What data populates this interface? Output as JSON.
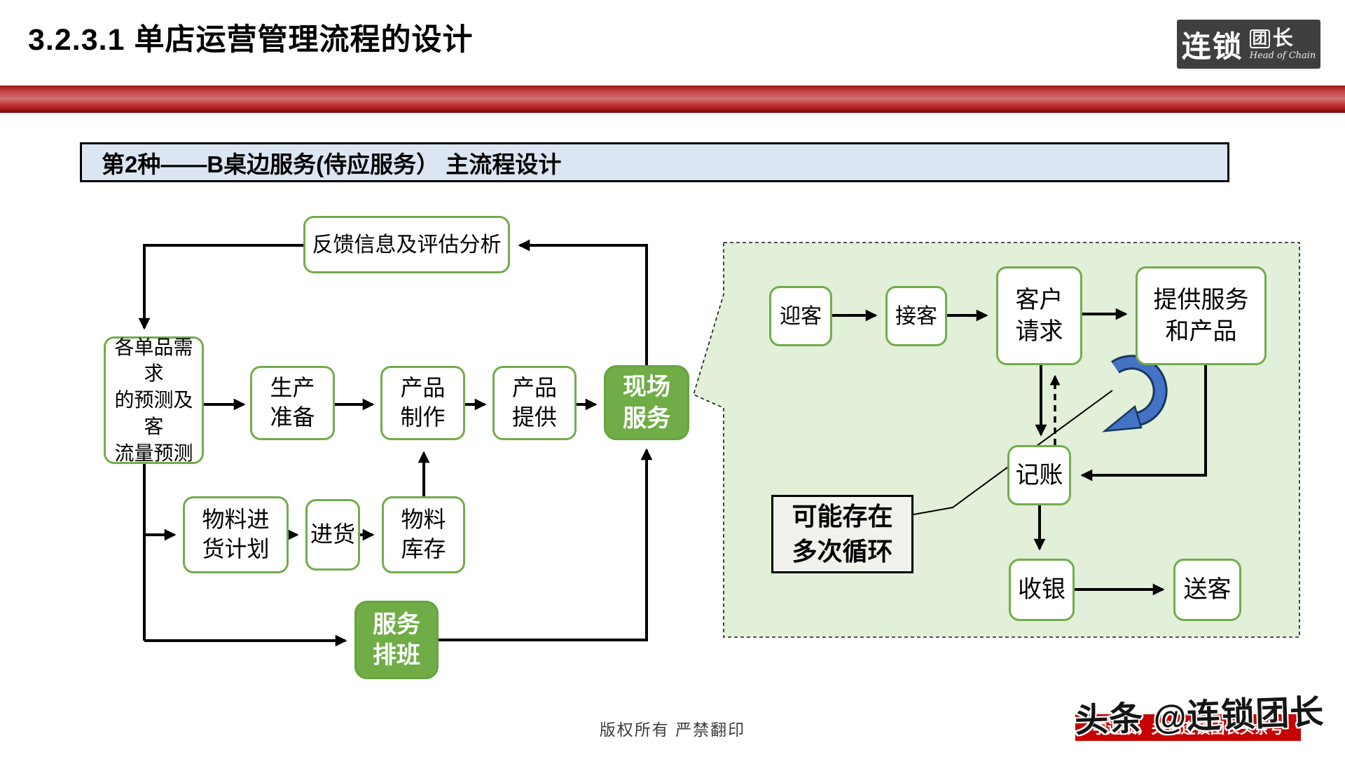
{
  "header": {
    "title": "3.2.3.1  单店运营管理流程的设计",
    "logo": {
      "main": "连锁",
      "badge_char": "团",
      "after_badge": "长",
      "tagline": "Head of Chain"
    }
  },
  "section_bar": {
    "label": "第2种——B桌边服务(侍应服务） 主流程设计"
  },
  "left_flow": {
    "feedback": "反馈信息及评估分析",
    "forecast": "各单品需求\n的预测及客\n流量预测",
    "production_prep": "生产\n准备",
    "product_making": "产品\n制作",
    "product_offering": "产品\n提供",
    "onsite_service": "现场\n服务",
    "material_purchase_plan": "物料进\n货计划",
    "purchasing": "进货",
    "material_inventory": "物料\n库存",
    "service_scheduling": "服务\n排班"
  },
  "right_flow": {
    "welcome": "迎客",
    "receive": "接客",
    "customer_request": "客户\n请求",
    "provide_service_product": "提供服务\n和产品",
    "bookkeeping": "记账",
    "loop_note": "可能存在\n多次循环",
    "cashier": "收银",
    "see_off": "送客"
  },
  "footer": {
    "copyright": "版权所有  严禁翻印"
  },
  "watermark": {
    "headline": "头条 @连锁团长",
    "subline": "学连锁，关注连锁团长头条号"
  },
  "colors": {
    "accent_green": "#70ad47",
    "panel_green": "#e2efd9",
    "header_blue": "#dce6f2",
    "bar_red": "#c70202",
    "logo_gray": "#3f3f3f",
    "loop_arrow_blue": "#4472c4"
  }
}
